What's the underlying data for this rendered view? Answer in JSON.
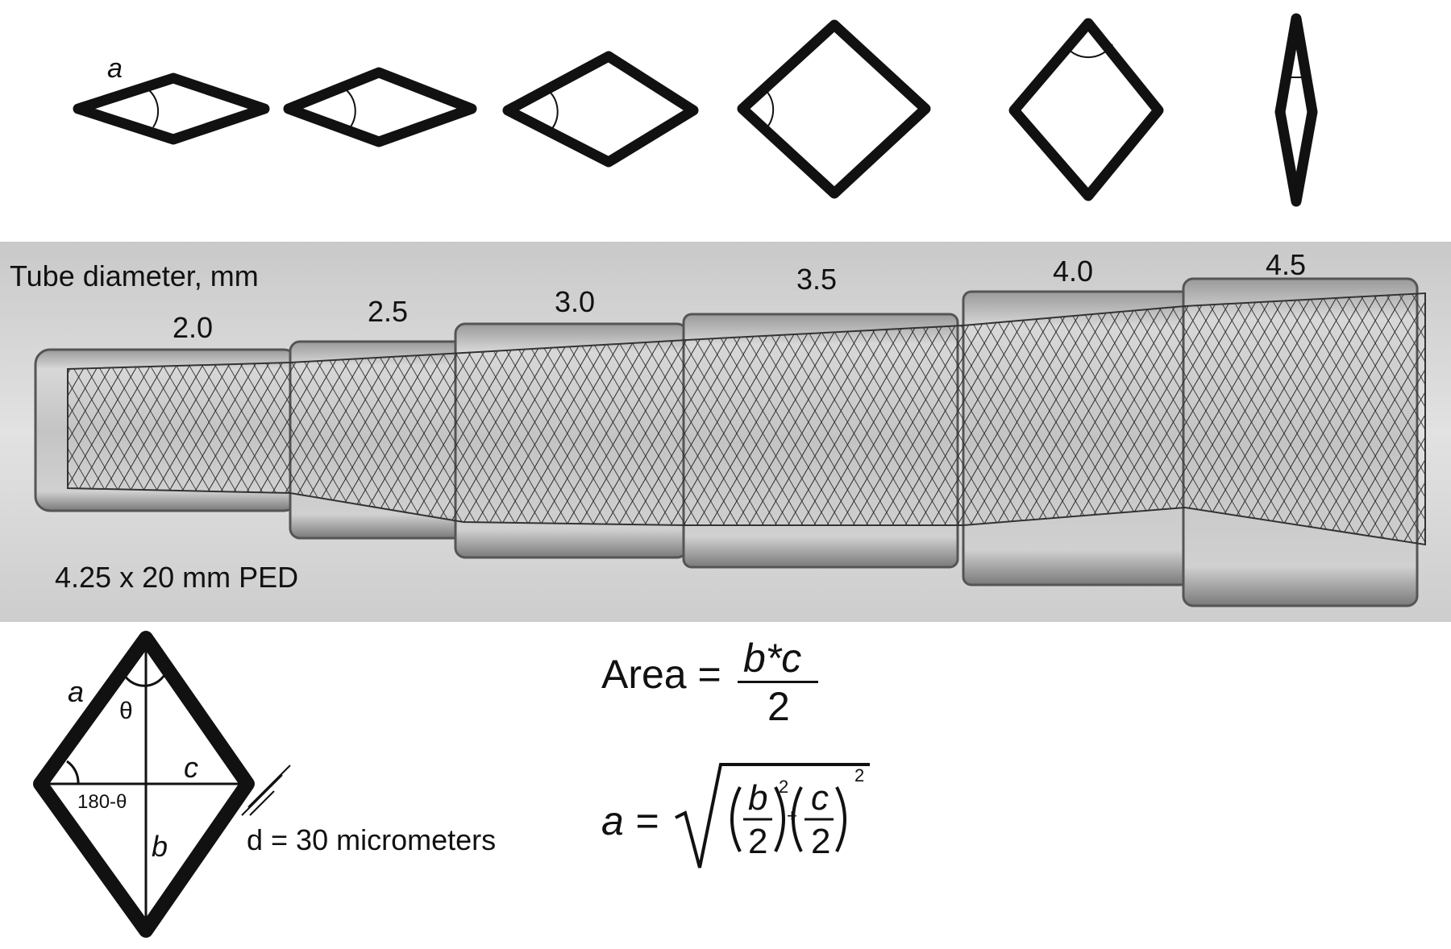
{
  "top_shapes": {
    "side_label": "a"
  },
  "photo": {
    "axis_title": "Tube diameter, mm",
    "tube_diameters": [
      "2.0",
      "2.5",
      "3.0",
      "3.5",
      "4.0",
      "4.5"
    ],
    "device_label": "4.25 x 20 mm PED"
  },
  "rhombus_detail": {
    "side_label": "a",
    "angle_label": "θ",
    "supplement_angle_label": "180-θ",
    "half_diag_c_label": "c",
    "diag_b_label": "b",
    "thickness_label": "d = 30 micrometers"
  },
  "formulas": {
    "area_lhs": "Area =",
    "area_numerator": "b*c",
    "area_denominator": "2",
    "side_lhs": "a =",
    "b_numerator": "b",
    "c_numerator": "c",
    "half_denominator": "2",
    "exponent": "2",
    "plus": "+"
  },
  "colors": {
    "stroke": "#111111",
    "photo_bg": "#d4d4d4",
    "tube": "#bdbdbd",
    "mesh": "#2a2a2a"
  }
}
